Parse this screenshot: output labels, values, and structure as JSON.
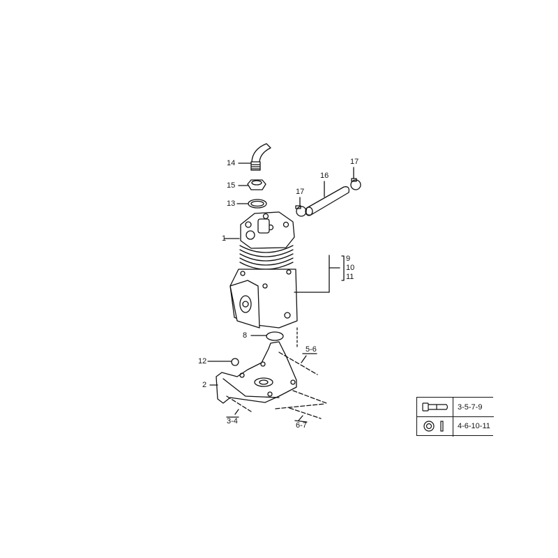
{
  "diagram": {
    "type": "exploded-parts-diagram",
    "subject": "air compressor assembly",
    "callouts": [
      {
        "id": "14",
        "label": "14",
        "part": "elbow pipe"
      },
      {
        "id": "15",
        "label": "15",
        "part": "nut"
      },
      {
        "id": "13",
        "label": "13",
        "part": "sealing ring"
      },
      {
        "id": "16",
        "label": "16",
        "part": "hose"
      },
      {
        "id": "17a",
        "label": "17",
        "part": "hose clamp"
      },
      {
        "id": "17b",
        "label": "17",
        "part": "hose clamp"
      },
      {
        "id": "1",
        "label": "1",
        "part": "compressor"
      },
      {
        "id": "9",
        "label": "9"
      },
      {
        "id": "10",
        "label": "10"
      },
      {
        "id": "11",
        "label": "11"
      },
      {
        "id": "8",
        "label": "8",
        "part": "o-ring"
      },
      {
        "id": "12",
        "label": "12",
        "part": "o-ring"
      },
      {
        "id": "2",
        "label": "2",
        "part": "bracket"
      },
      {
        "id": "5-6",
        "label": "5-6"
      },
      {
        "id": "3-4",
        "label": "3-4"
      },
      {
        "id": "6-7",
        "label": "6-7"
      }
    ],
    "legend": {
      "rows": [
        {
          "icon": "bolt-icon",
          "text": "3-5-7-9"
        },
        {
          "icon": "washer-icon",
          "text": "4-6-10-11"
        }
      ]
    }
  }
}
